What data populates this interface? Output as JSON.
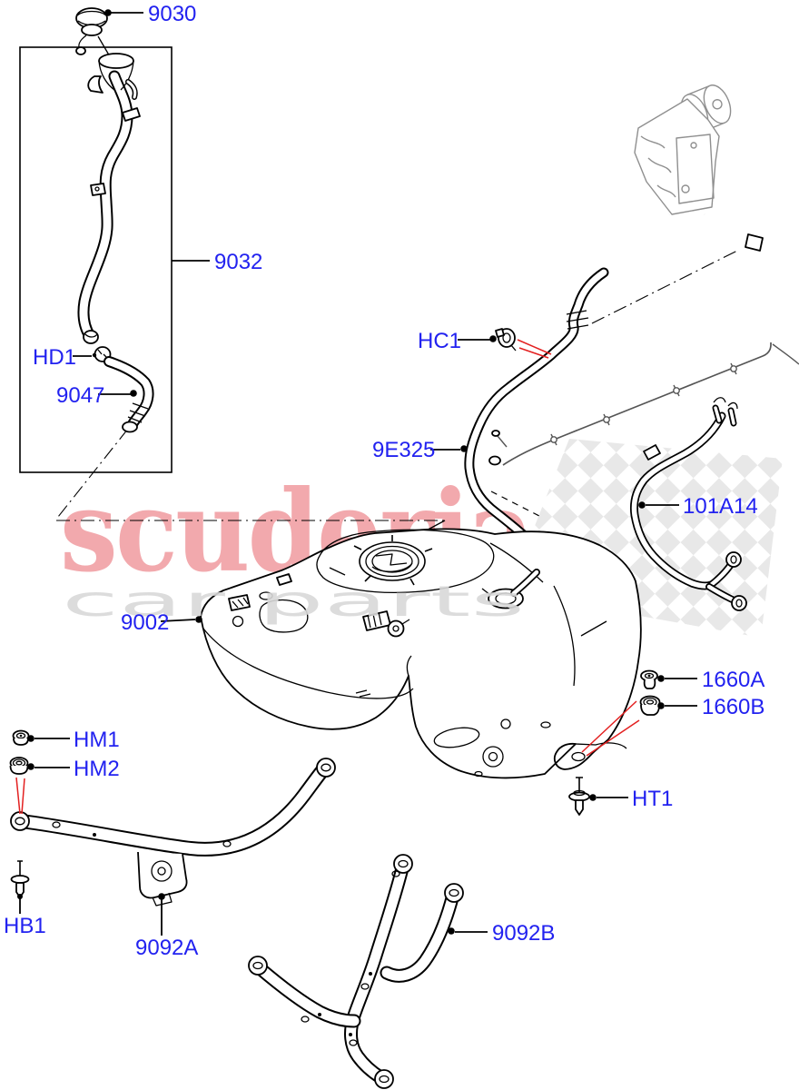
{
  "diagram": {
    "description": "Fuel lines and fuel tank exploded parts diagram",
    "colors": {
      "label": "#2222f0",
      "line": "#000000",
      "callout_red": "#e32020",
      "canister_gray": "#8f8f8f",
      "background": "#ffffff"
    },
    "watermark": {
      "brand": "scuderia",
      "subtext": "car parts",
      "brand_color": "#f2a9ad",
      "subtext_color": "#d9d9d9",
      "flag_color": "#e4e4e4"
    },
    "parts": {
      "p9030": "9030",
      "p9032": "9032",
      "hd1": "HD1",
      "p9047": "9047",
      "hc1": "HC1",
      "p9e325": "9E325",
      "p101a14": "101A14",
      "p9002": "9002",
      "p1660a": "1660A",
      "p1660b": "1660B",
      "ht1": "HT1",
      "hm1": "HM1",
      "hm2": "HM2",
      "hb1": "HB1",
      "p9092a": "9092A",
      "p9092b": "9092B"
    }
  }
}
